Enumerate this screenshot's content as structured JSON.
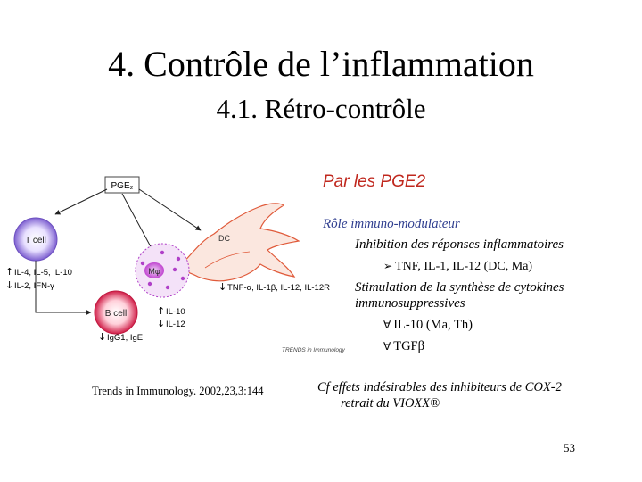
{
  "title": "4. Contrôle de l’inflammation",
  "subtitle": "4.1. Rétro-contrôle",
  "panel": {
    "heading": "Par les PGE2",
    "role": "Rôle immuno-modulateur",
    "inhibition": "Inhibition des réponses inflammatoires",
    "inhibition_item": "TNF, IL-1, IL-12 (DC, Ma)",
    "stimulation_line1": "Stimulation de la synthèse de cytokines",
    "stimulation_line2": "immunosuppressives",
    "item_il10": "IL-10 (Ma, Th)",
    "item_tgf": "TGFβ",
    "cf_line1": "Cf effets indésirables des inhibiteurs de COX-2",
    "cf_line2": "retrait du VIOXX®"
  },
  "figure": {
    "pge2": "PGE₂",
    "tcell": "T cell",
    "dc": "DC",
    "mo": "Mφ",
    "bcell": "B cell",
    "t_up": "IL-4, IL-5, IL-10",
    "t_down": "IL-2, IFN-γ",
    "tnf": "TNF-α, IL-1β, IL-12, IL-12R",
    "il10": "IL-10",
    "il12": "IL-12",
    "igg": "IgG1, IgE",
    "trends": "TRENDS in Immunology",
    "credit": "Trends in Immunology. 2002,23,3:144"
  },
  "page_number": "53",
  "colors": {
    "heading": "#c0281e",
    "role": "#2f3e8f",
    "tcell": "#8c6fd6",
    "mo": "#b040c8",
    "bcell": "#d4204a",
    "dc": "#e05a3a"
  }
}
